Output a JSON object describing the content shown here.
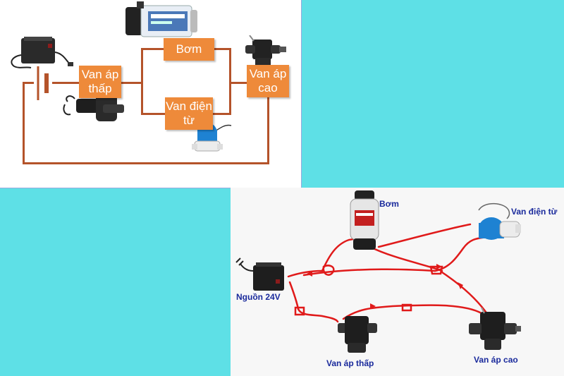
{
  "colors": {
    "box": "#ee8a3a",
    "wire": "#b4532a",
    "red_wire": "#e01a1a",
    "label": "#1a2a9c",
    "background": "#5ee0e6"
  },
  "top_diagram": {
    "boxes": {
      "low_pressure_valve": "Van áp thấp",
      "pump": "Bơm",
      "solenoid_valve": "Van điện từ",
      "high_pressure_valve": "Van áp cao"
    },
    "icons": [
      "power-adapter-icon",
      "battery-icon",
      "pump-icon",
      "low-pressure-switch-icon",
      "solenoid-valve-icon",
      "high-pressure-switch-icon"
    ]
  },
  "bottom_diagram": {
    "labels": {
      "pump": "Bơm",
      "solenoid_valve": "Van điện từ",
      "power_supply": "Nguồn 24V",
      "low_pressure_valve": "Van áp thấp",
      "high_pressure_valve": "Van áp cao"
    },
    "icons": [
      "pump-icon",
      "solenoid-valve-icon",
      "power-adapter-icon",
      "low-pressure-switch-icon",
      "high-pressure-switch-icon"
    ]
  }
}
